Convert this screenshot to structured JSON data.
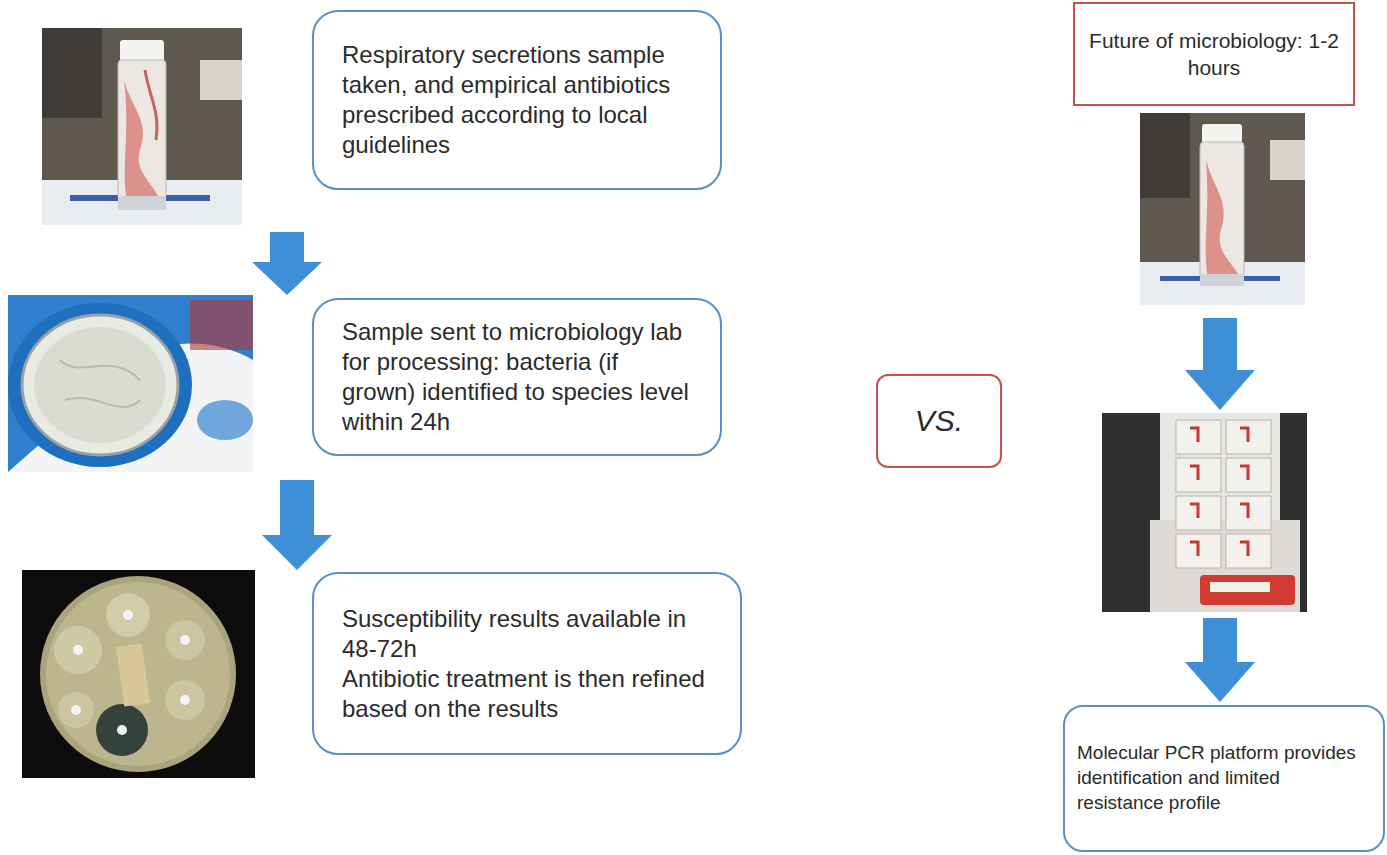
{
  "diagram": {
    "nodes": [
      {
        "text": [
          "Respiratory secretions sample taken, and empirical antibiotics prescribed according to local guidelines"
        ]
      },
      {
        "text": [
          "Sample sent to microbiology lab for processing: bacteria (if grown) identified to species level within 24h"
        ]
      },
      {
        "text": [
          "Susceptibility results available in 48-72h",
          "Antibiotic treatment is then refined based on the results"
        ]
      },
      {
        "text": [
          "VS."
        ]
      },
      {
        "text": [
          "Future of microbiology: 1-2 hours"
        ]
      },
      {
        "text": [
          "Molecular PCR platform provides identification and limited resistance profile"
        ]
      }
    ]
  }
}
